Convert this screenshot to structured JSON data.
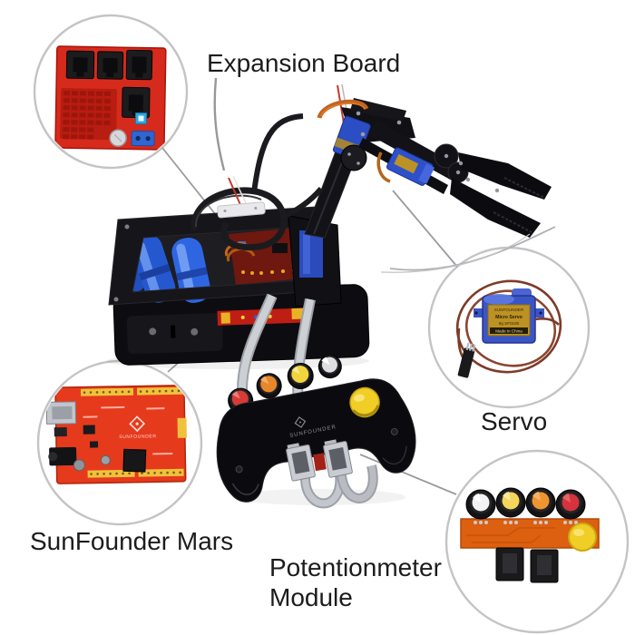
{
  "callouts": {
    "expansion_board": {
      "label": "Expansion Board"
    },
    "servo": {
      "label": "Servo"
    },
    "sunfounder_mars": {
      "label": "SunFounder Mars"
    },
    "potentiometer_module": {
      "label_line1": "Potentionmeter",
      "label_line2": "Module"
    }
  },
  "servo_sticker": {
    "brand": "SUNFOUNDER",
    "line1": "Micro Servo",
    "line2": "9g SF0180",
    "line3": "Made in China"
  },
  "controller": {
    "brand": "SUNFOUNDER"
  },
  "mars_board": {
    "brand": "SUNFOUNDER"
  },
  "colors": {
    "background": "#ffffff",
    "label_text": "#1c1c1c",
    "circle_stroke": "#c4c4c6",
    "leader_line": "#9b9b9d",
    "expansion_pcb_red": "#d62a1c",
    "mars_pcb_red": "#e63a1d",
    "header_yellow": "#f0c23c",
    "servo_blue": "#3a55c5",
    "servo_sticker_gold": "#bd9224",
    "servo_wire_brown": "#7e3b28",
    "pot_pcb_orange": "#dd5f10",
    "acrylic_black": "#121217",
    "battery_blue": "#2f6ae0",
    "ribbon_gray": "#ccd0d5",
    "knob_red": "#d63b36",
    "knob_orange": "#e8872a",
    "knob_yellow": "#f2d43c",
    "knob_white": "#dfdfe2",
    "button_yellow": "#f0ce25"
  }
}
